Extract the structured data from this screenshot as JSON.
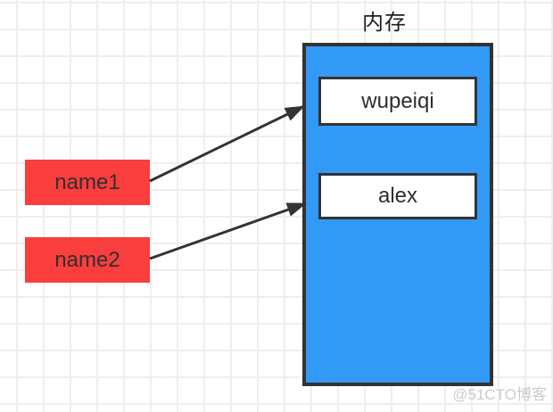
{
  "memory": {
    "label": "内存",
    "values": [
      {
        "label": "wupeiqi"
      },
      {
        "label": "alex"
      }
    ]
  },
  "variables": [
    {
      "label": "name1"
    },
    {
      "label": "name2"
    }
  ],
  "connections": [
    {
      "from": "name1",
      "to": "wupeiqi"
    },
    {
      "from": "name2",
      "to": "alex"
    }
  ],
  "watermark": "@51CTO博客",
  "colors": {
    "memory_fill": "#3399f7",
    "variable_fill": "#fa3d3d",
    "border": "#333333",
    "grid_line": "#eeeeee",
    "background": "#ffffff",
    "watermark_text": "#cbcbcb"
  }
}
